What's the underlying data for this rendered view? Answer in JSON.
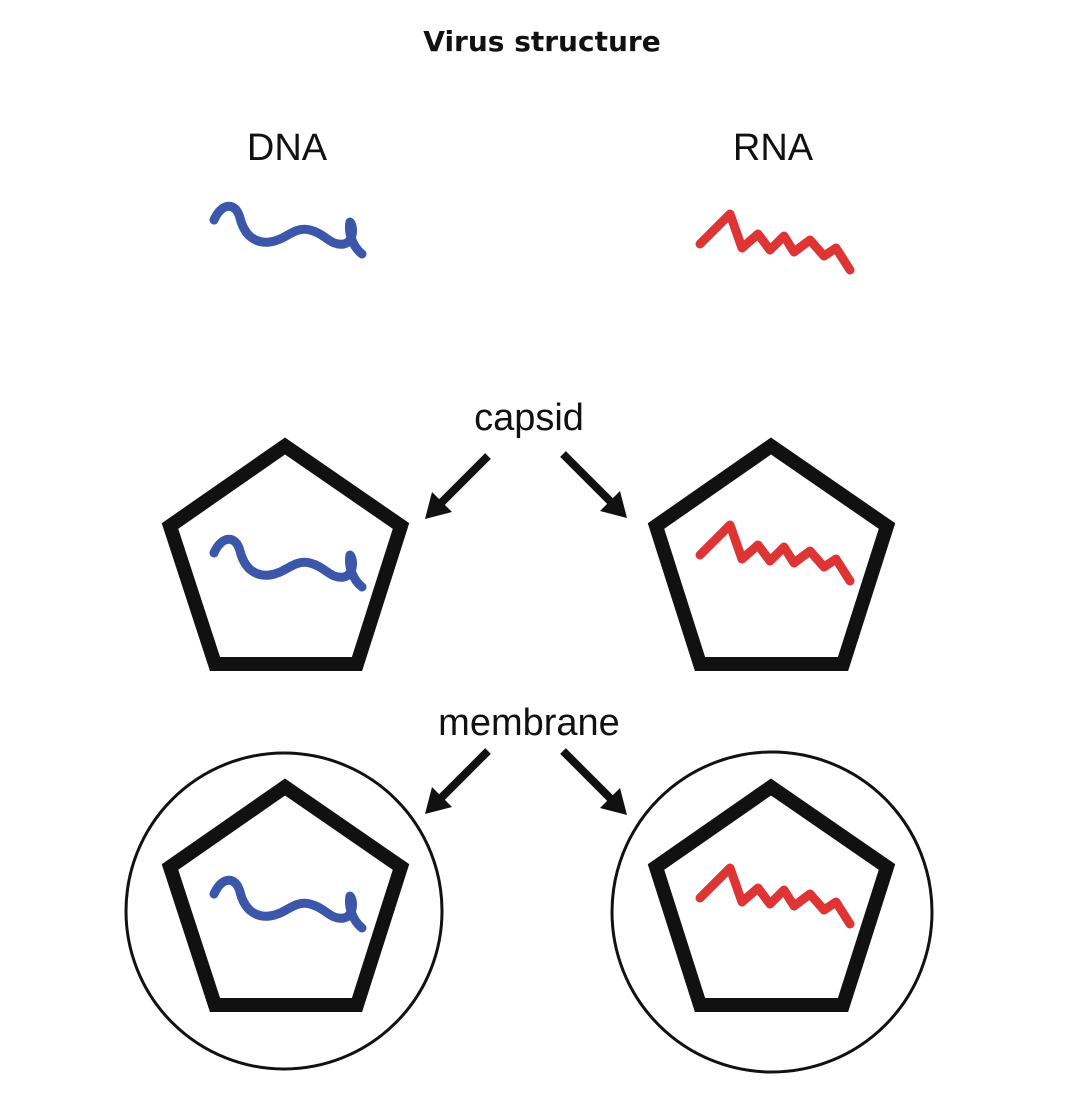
{
  "title": "Virus structure",
  "labels": {
    "dna": "DNA",
    "rna": "RNA",
    "capsid": "capsid",
    "membrane": "membrane"
  },
  "colors": {
    "dna": "#3c56aa",
    "rna": "#de3434",
    "outline": "#111111"
  }
}
